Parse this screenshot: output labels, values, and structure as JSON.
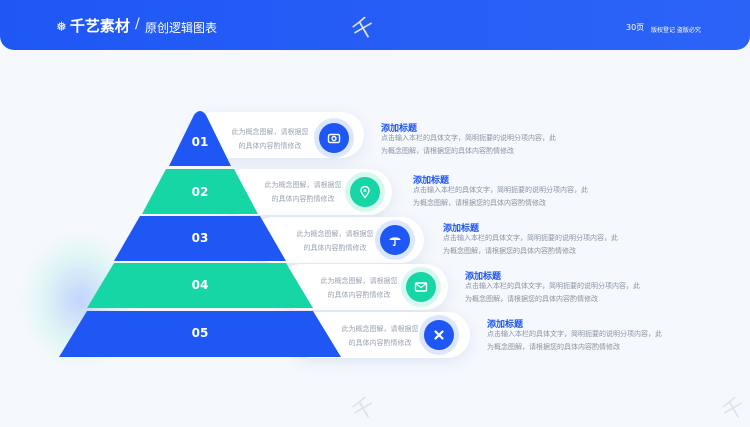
{
  "header": {
    "logo_mark": "❅",
    "brand": "千艺素材",
    "divider": "/",
    "subtitle": "原创逻辑图表",
    "page_count": "30页",
    "rights": "版权登记 盗版必究"
  },
  "watermark_text": "千",
  "colors": {
    "blue": "#1f57f5",
    "green": "#15d6a4"
  },
  "tiers": [
    {
      "num": "01",
      "color": "#1f57f5",
      "icon": "camera-icon",
      "pill_text": [
        "此为概念图解，请根据您",
        "的具体内容酌情修改"
      ],
      "title": "添加标题",
      "desc": [
        "点击输入本栏的具体文字，简明扼要的说明分项内容，此",
        "为概念图解，请根据您的具体内容酌情修改"
      ]
    },
    {
      "num": "02",
      "color": "#15d6a4",
      "icon": "location-pin-icon",
      "pill_text": [
        "此为概念图解，请根据您",
        "的具体内容酌情修改"
      ],
      "title": "添加标题",
      "desc": [
        "点击输入本栏的具体文字，简明扼要的说明分项内容，此",
        "为概念图解，请根据您的具体内容酌情修改"
      ]
    },
    {
      "num": "03",
      "color": "#1f57f5",
      "icon": "umbrella-icon",
      "pill_text": [
        "此为概念图解，请根据您",
        "的具体内容酌情修改"
      ],
      "title": "添加标题",
      "desc": [
        "点击输入本栏的具体文字，简明扼要的说明分项内容，此",
        "为概念图解，请根据您的具体内容酌情修改"
      ]
    },
    {
      "num": "04",
      "color": "#15d6a4",
      "icon": "mail-icon",
      "pill_text": [
        "此为概念图解，请根据您",
        "的具体内容酌情修改"
      ],
      "title": "添加标题",
      "desc": [
        "点击输入本栏的具体文字，简明扼要的说明分项内容，此",
        "为概念图解，请根据您的具体内容酌情修改"
      ]
    },
    {
      "num": "05",
      "color": "#1f57f5",
      "icon": "close-icon",
      "pill_text": [
        "此为概念图解，请根据您",
        "的具体内容酌情修改"
      ],
      "title": "添加标题",
      "desc": [
        "点击输入本栏的具体文字，简明扼要的说明分项内容，此",
        "为概念图解，请根据您的具体内容酌情修改"
      ]
    }
  ]
}
